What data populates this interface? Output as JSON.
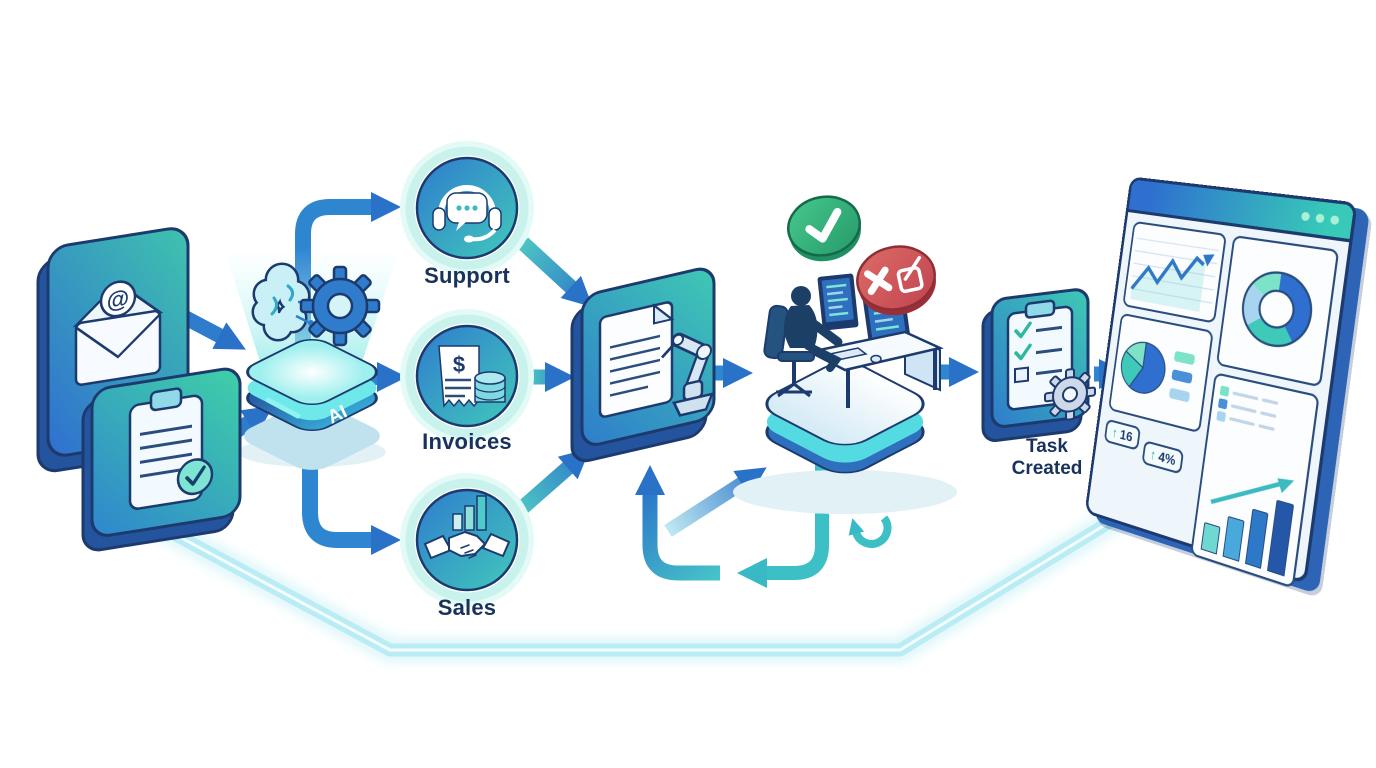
{
  "page": {
    "background": "#ffffff"
  },
  "colors": {
    "outline_navy": "#1d3a6e",
    "label_navy": "#18325c",
    "blue": "#2f7ccd",
    "teal": "#3bbac2",
    "mint": "#7ce3c9",
    "glow_cyan": "#bfeef4",
    "approve_green": "#34b37a",
    "reject_red": "#d05757"
  },
  "diagram": {
    "inputs": [
      {
        "icon": "email-at-icon"
      },
      {
        "icon": "clipboard-check-icon"
      }
    ],
    "ai_chip": {
      "label": "AI",
      "icon": "brain-gear-hologram-icon"
    },
    "categories": [
      {
        "id": "support",
        "label": "Support",
        "icon": "headset-chat-icon"
      },
      {
        "id": "invoices",
        "label": "Invoices",
        "icon": "invoice-coins-icon",
        "currency_symbol": "$"
      },
      {
        "id": "sales",
        "label": "Sales",
        "icon": "handshake-barchart-icon"
      }
    ],
    "processing": {
      "icon": "document-robot-arm-icon"
    },
    "review": {
      "icon": "person-at-desk-icon",
      "approve_icon": "check-circle-icon",
      "reject_icon": "x-edit-circle-icon"
    },
    "task": {
      "label_line1": "Task",
      "label_line2": "Created",
      "icon": "clipboard-gear-icon"
    },
    "dashboard": {
      "icon": "analytics-dashboard",
      "title_dots": 3,
      "stats": [
        {
          "arrow": "↑",
          "value": "16"
        },
        {
          "arrow": "↑",
          "value": "4%"
        }
      ],
      "legend_colors": [
        "#7ce3c9",
        "#4a90d9",
        "#a8d4f0"
      ],
      "bar_values": [
        34,
        50,
        68,
        88
      ],
      "bar_colors": [
        "#6fd8d0",
        "#4aa9dc",
        "#2e78c8",
        "#2557a8"
      ],
      "panels": [
        "line-chart",
        "donut-chart",
        "pie-chart",
        "kpi-stats",
        "task-list",
        "bar-chart"
      ]
    }
  }
}
